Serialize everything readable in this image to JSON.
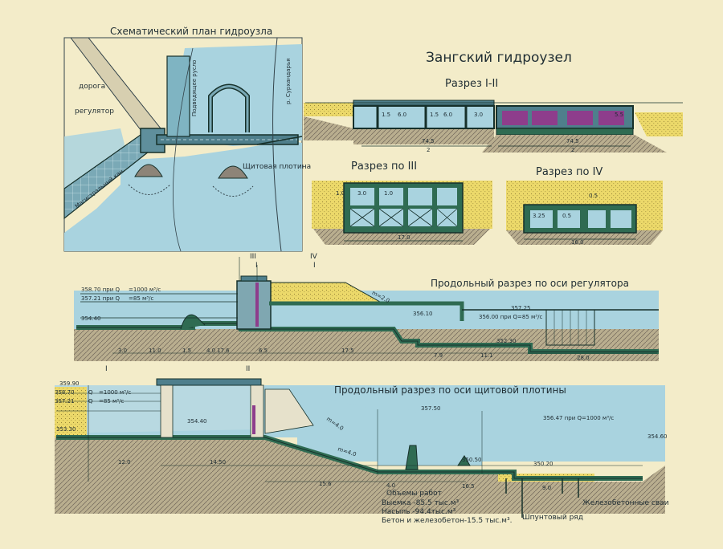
{
  "main_title": "Зангский гидроузел",
  "plan": {
    "title": "Схематический план гидроузла",
    "labels": {
      "road": "дорога",
      "regulator": "регулятор",
      "feeder": "Подводящее русло",
      "river": "р. Сурхандарья",
      "dam": "Щитовая плотина",
      "canal": "Магистральный кан."
    }
  },
  "section_1_2": {
    "title": "Разрез I-II",
    "dims": [
      "1.5",
      "6.0",
      "1.5",
      "6.0",
      "3.0",
      "5.5",
      "74.5",
      "2",
      "74.5",
      "2"
    ]
  },
  "section_3": {
    "title": "Разрез по III",
    "dims": [
      "1.0",
      "3.0",
      "1.0",
      "17.0"
    ]
  },
  "section_4": {
    "title": "Разрез по IV",
    "dims": [
      "3.25",
      "0.5",
      "0.5",
      "16.0"
    ]
  },
  "regulator_profile": {
    "title": "Продольный разрез по оси регулятора",
    "markers": [
      "III",
      "I",
      "IV",
      "I"
    ],
    "levels": {
      "l1": "358.70 при Q",
      "l1b": "=1000 м³/с",
      "l2": "357.21 при Q",
      "l2b": "=85 м³/с",
      "l3": "354.40",
      "l4": "356.10",
      "l5": "357.25",
      "l6": "356.00 при Q=85 м³/с",
      "l7": "352.30"
    },
    "slope": "m=2.0",
    "dims": [
      "3.0",
      "11.0",
      "1.5",
      "4.0",
      "17.6",
      "6.5",
      "17.5",
      "7.9",
      "11.1",
      "28.0"
    ]
  },
  "dam_profile": {
    "title": "Продольный разрез по оси щитовой плотины",
    "markers": [
      "I",
      "II"
    ],
    "levels": {
      "l1": "359.90",
      "l2": "358.70",
      "l3": "Q",
      "l3b": "=1000 м³/с",
      "l4": "357.21",
      "l5": "Q",
      "l5b": "=85 м³/с",
      "l6": "353.30",
      "l7": "354.40",
      "l8": "357.50",
      "l9": "356.47 при Q=1000 м³/с",
      "l10": "350.50",
      "l11": "350.20",
      "l12": "354.60"
    },
    "slopes": [
      "m=4.0",
      "m=4.0"
    ],
    "dims": [
      "12.0",
      "14.50",
      "15.6",
      "4.0",
      "16.5",
      "9.0"
    ]
  },
  "volumes": {
    "title": "Объемы работ",
    "items": [
      "Выемка -85.5 тыс.м³",
      "Насыпь -94.4тыс.м³",
      "Бетон и железобетон-15.5 тыс.м³."
    ]
  },
  "callouts": {
    "piles": "Железобетонные сваи",
    "sheet_pile": "Шпунтовый ряд"
  },
  "colors": {
    "paper": "#f3ecc9",
    "water": "#a9d3df",
    "concrete": "#2f6b52",
    "concrete_edge": "#16302a",
    "fill": "#ecd96a",
    "soil": "#8d8478",
    "gate": "#8e3d8c"
  }
}
